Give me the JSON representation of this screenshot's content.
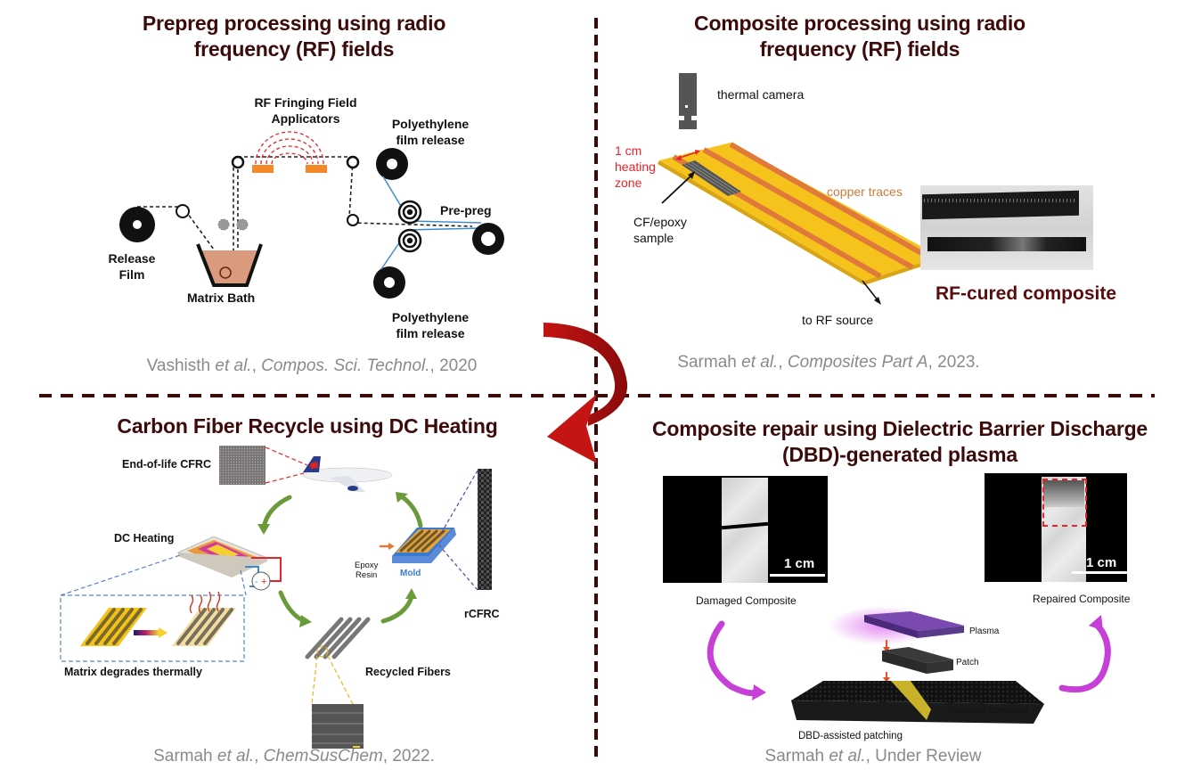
{
  "quadrants": {
    "top_left": {
      "title_line1": "Prepreg processing using radio",
      "title_line2": "frequency (RF) fields",
      "labels": {
        "rf_applicators_line1": "RF Fringing Field",
        "rf_applicators_line2": "Applicators",
        "pe_release_top_line1": "Polyethylene",
        "pe_release_top_line2": "film release",
        "prepreg": "Pre-preg",
        "release_film_line1": "Release",
        "release_film_line2": "Film",
        "matrix_bath": "Matrix Bath",
        "pe_release_bottom_line1": "Polyethylene",
        "pe_release_bottom_line2": "film release"
      },
      "citation": {
        "author": "Vashisth ",
        "etal": "et al.",
        "sep": ", ",
        "journal": "Compos. Sci. Technol.",
        "year": ", 2020"
      }
    },
    "top_right": {
      "title_line1": "Composite processing using radio",
      "title_line2": "frequency (RF) fields",
      "labels": {
        "thermal_camera": "thermal camera",
        "heating_zone_line1": "1 cm",
        "heating_zone_line2": "heating",
        "heating_zone_line3": "zone",
        "cf_epoxy_line1": "CF/epoxy",
        "cf_epoxy_line2": "sample",
        "copper_traces": "copper traces",
        "to_rf_source": "to RF source",
        "rf_cured": "RF-cured composite"
      },
      "citation": {
        "author": "Sarmah ",
        "etal": "et al.",
        "sep": ", ",
        "journal": "Composites Part A",
        "year": ", 2023."
      }
    },
    "bottom_left": {
      "title": "Carbon Fiber Recycle using DC Heating",
      "labels": {
        "end_of_life": "End-of-life CFRC",
        "dc_heating": "DC Heating",
        "epoxy_resin_line1": "Epoxy",
        "epoxy_resin_line2": "Resin",
        "mold": "Mold",
        "rcfrc": "rCFRC",
        "matrix_degrades": "Matrix degrades thermally",
        "recycled_fibers": "Recycled Fibers",
        "power_symbol": "- +"
      },
      "citation": {
        "author": "Sarmah ",
        "etal": "et al.",
        "sep": ", ",
        "journal": "ChemSusChem",
        "year": ", 2022."
      }
    },
    "bottom_right": {
      "title_line1": "Composite repair using Dielectric Barrier Discharge",
      "title_line2": "(DBD)-generated plasma",
      "labels": {
        "scale_left": "1 cm",
        "scale_right": "1 cm",
        "damaged_composite": "Damaged Composite",
        "repaired_composite": "Repaired Composite",
        "plasma": "Plasma",
        "patch": "Patch",
        "damaged_composite_small": "Damaged Composite",
        "dbd_patching": "DBD-assisted patching"
      },
      "citation": {
        "author": "Sarmah ",
        "etal": "et al.",
        "sep": ", ",
        "journal": "",
        "year": "Under Review"
      }
    }
  },
  "colors": {
    "title": "#3d0a0a",
    "divider": "#3d0a0a",
    "citation": "#8a8a8a",
    "curved_arrow": "#b30d0d",
    "rf_field": "#e8232a",
    "applicator": "#f5892a",
    "pcb_yellow": "#f6c31c",
    "copper": "#e07a3a",
    "green_arrow": "#6a9a3a",
    "magenta_arrow": "#c63fd6",
    "plasma": "#6a3a9a"
  }
}
